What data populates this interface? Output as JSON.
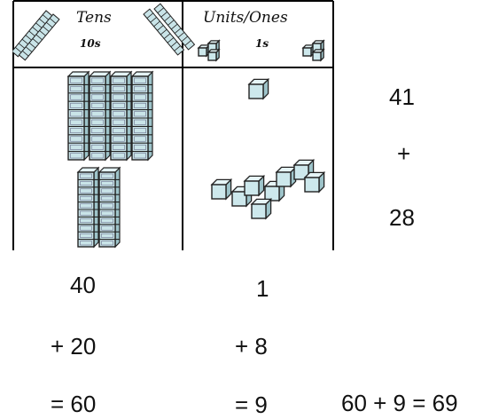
{
  "table": {
    "tens_header": "Tens",
    "tens_sub": "10s",
    "ones_header": "Units/Ones",
    "ones_sub": "1s"
  },
  "problem": {
    "first": "41",
    "operator": "+",
    "second": "28"
  },
  "tens_work": {
    "line1": "40",
    "line2": "+ 20",
    "line3": "= 60"
  },
  "ones_work": {
    "line1": "1",
    "line2": "+ 8",
    "line3": "= 9"
  },
  "final": "60 + 9 = 69",
  "colors": {
    "cube_fill": "#cde8ec",
    "cube_stroke": "#222222",
    "rod_fill": "#c9e4e8"
  }
}
